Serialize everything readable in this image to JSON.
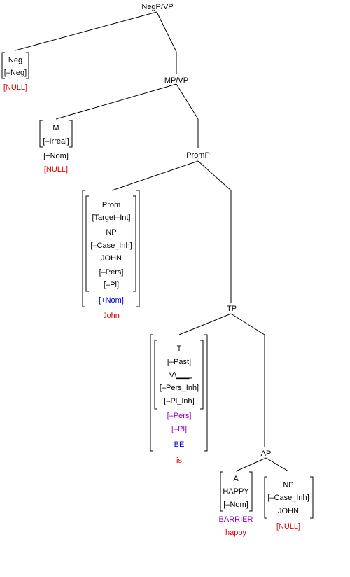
{
  "colors": {
    "text": "#000000",
    "red": "#dd0000",
    "blue": "#0000cc",
    "purple": "#9900cc",
    "lines": "#000000"
  },
  "nodes": {
    "negp": "NegP/VP",
    "mp": "MP/VP",
    "promp": "PromP",
    "tp": "TP",
    "ap": "AP"
  },
  "neg": {
    "lines": [
      "Neg",
      "[–Neg]"
    ],
    "word": "[NULL]"
  },
  "m": {
    "lines": [
      "M",
      "[–Irreal]"
    ],
    "case": "[+Nom]",
    "word": "[NULL]"
  },
  "prom": {
    "lines": [
      "Prom",
      "[Target–Int]",
      "NP",
      "[–Case_Inh]",
      "JOHN",
      "[–Pers]",
      "[–Pl]"
    ],
    "case": "[+Nom]",
    "word": "John"
  },
  "t": {
    "lines": [
      "T",
      "[–Past]",
      "V\\___",
      "[–Pers_Inh]",
      "[–Pl_Inh]"
    ],
    "agr": [
      "[–Pers]",
      "[–Pl]"
    ],
    "verb": "BE",
    "word": "is"
  },
  "a": {
    "lines": [
      "A",
      "HAPPY",
      "[–Nom]"
    ],
    "barrier": "BARRIER",
    "word": "happy"
  },
  "np": {
    "lines": [
      "NP",
      "[–Case_Inh]",
      "JOHN"
    ],
    "word": "[NULL]"
  }
}
